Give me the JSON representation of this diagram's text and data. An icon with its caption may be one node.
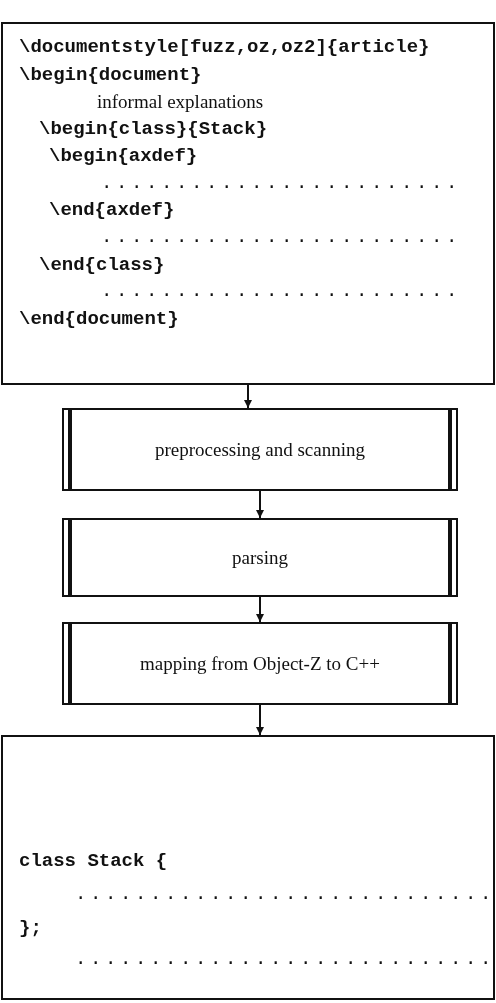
{
  "diagram": {
    "nodes": [
      {
        "text": [
          "\\documentstyle[fuzz,oz,oz2]{article}",
          "\\begin{document}",
          "informal explanations",
          "\\begin{class}{Stack}",
          "\\begin{axdef}",
          "........................",
          "\\end{axdef}",
          "........................",
          "\\end{class}",
          "........................",
          "\\end{document}"
        ]
      },
      {
        "text": [
          "preprocessing and scanning"
        ]
      },
      {
        "text": [
          "parsing"
        ]
      },
      {
        "text": [
          "mapping from Object-Z to C++"
        ]
      },
      {
        "text": [
          "class Stack {",
          "............................",
          "};",
          "............................"
        ]
      }
    ],
    "edges": [
      {
        "from": 0,
        "to": 1,
        "arrow": "to"
      },
      {
        "from": 1,
        "to": 2,
        "arrow": "to"
      },
      {
        "from": 2,
        "to": 3,
        "arrow": "to"
      },
      {
        "from": 3,
        "to": 4,
        "arrow": "to"
      }
    ]
  }
}
